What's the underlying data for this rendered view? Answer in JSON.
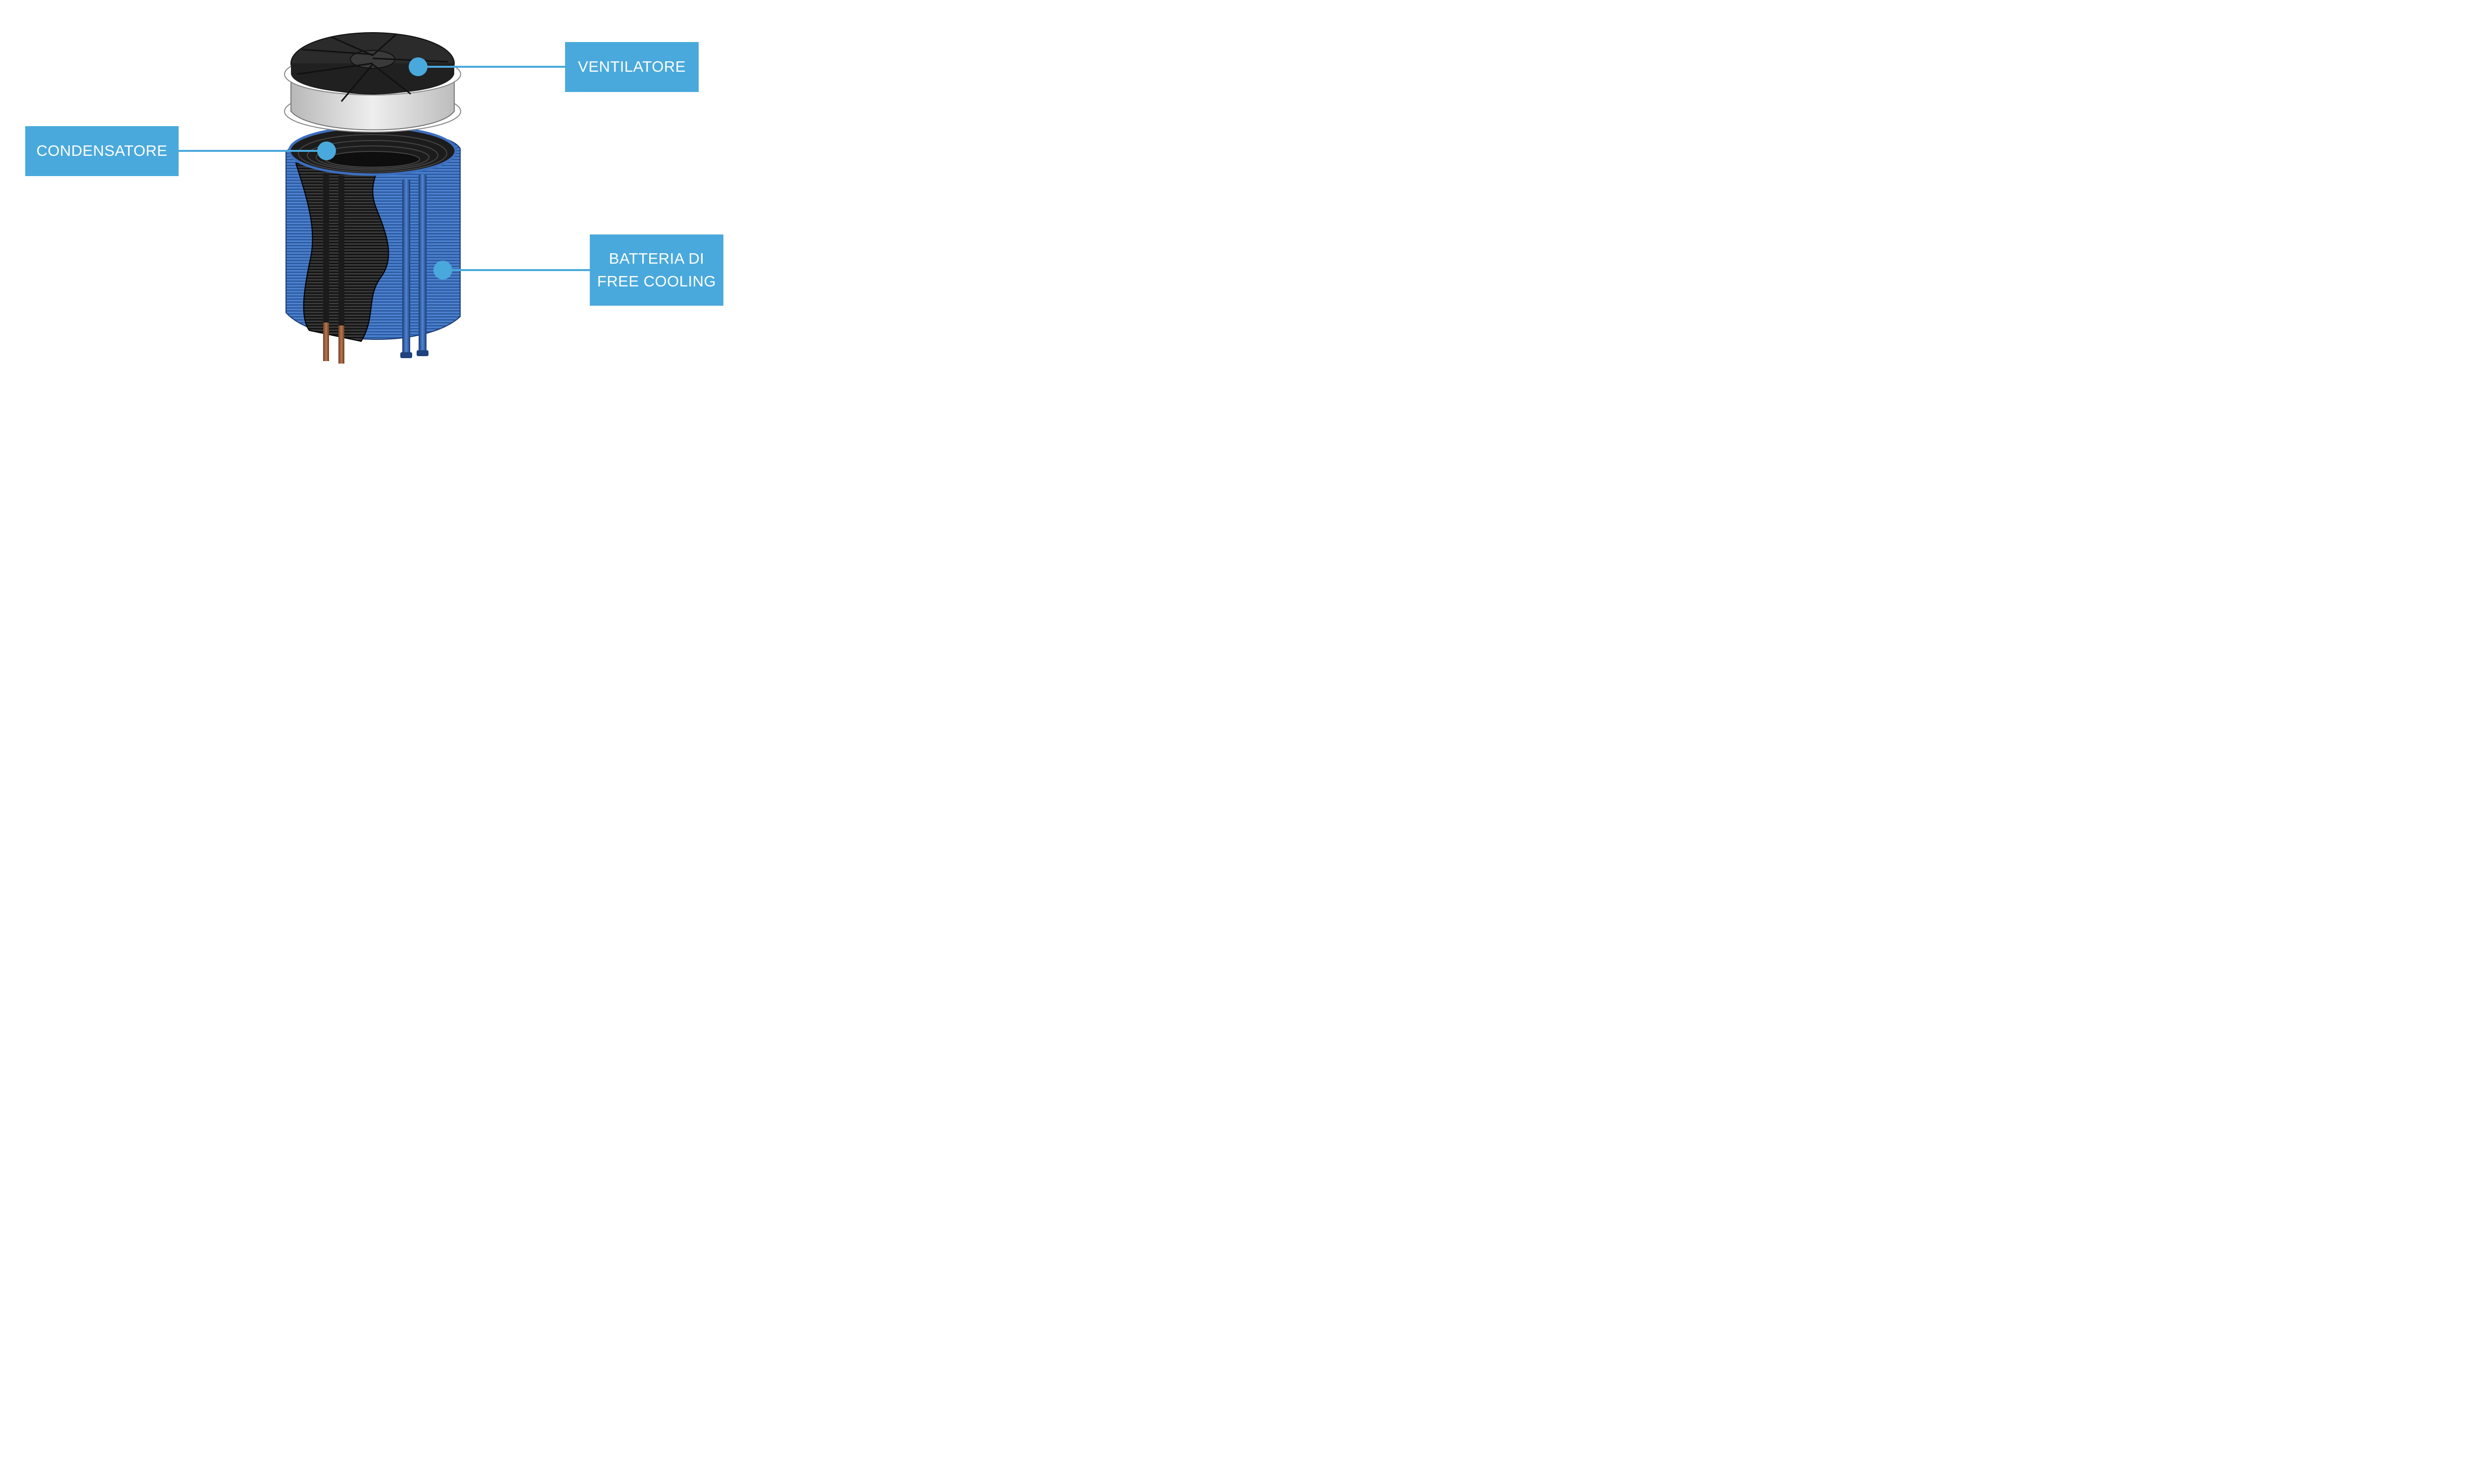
{
  "labels": {
    "ventilatore": "VENTILATORE",
    "condensatore": "CONDENSATORE",
    "batteria_line1": "BATTERIA DI",
    "batteria_line2": "FREE COOLING"
  },
  "colors": {
    "callout": "#4aa9dc",
    "fan_body": "#2b2b2b",
    "fan_ring": "#d9d9d9",
    "free_cooling_coil": "#3f6fb8",
    "condenser_coil": "#262626",
    "copper_pipe": "#a2653f"
  }
}
